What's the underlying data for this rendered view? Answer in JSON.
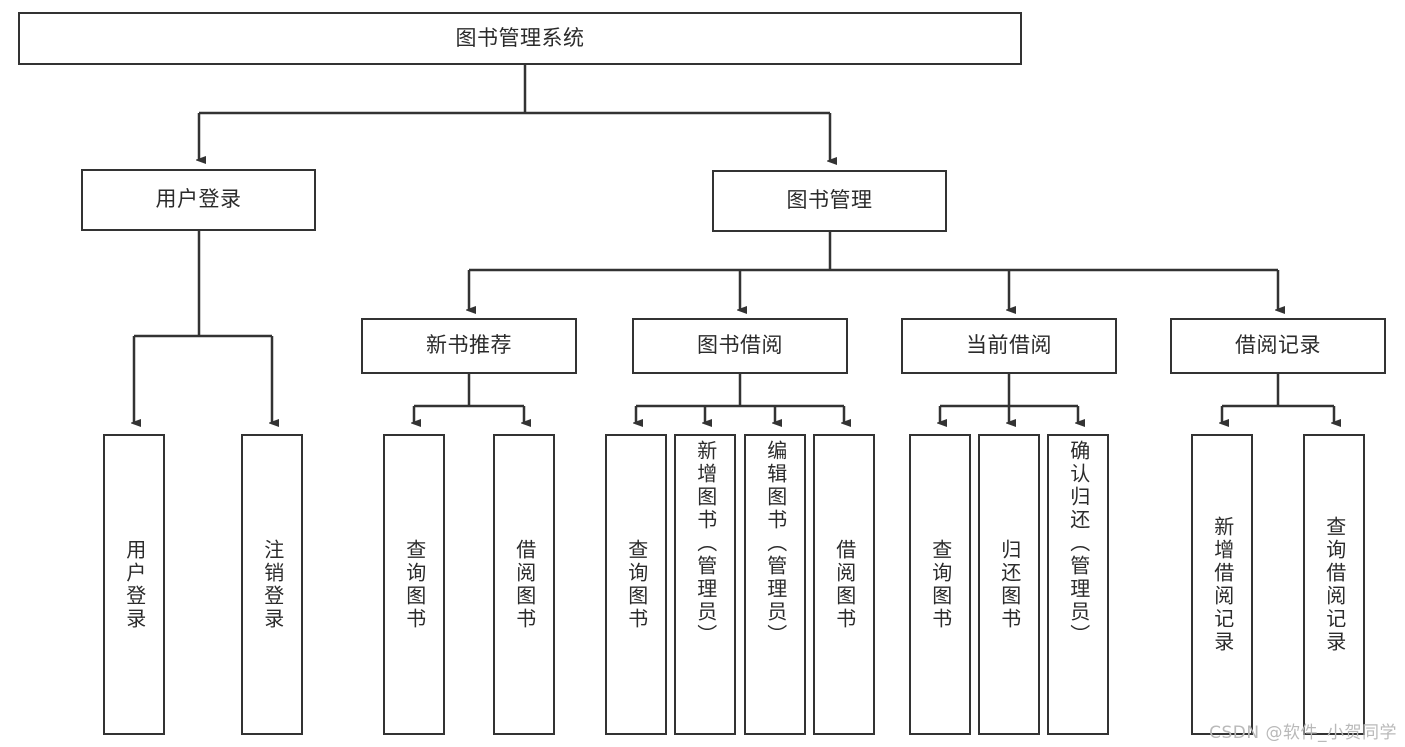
{
  "diagram": {
    "title": "图书管理系统",
    "type": "tree-hierarchy-diagram",
    "root": {
      "id": "root",
      "label": "图书管理系统"
    },
    "level2": [
      {
        "id": "user-login",
        "label": "用户登录"
      },
      {
        "id": "book-manage",
        "label": "图书管理"
      }
    ],
    "level3": [
      {
        "id": "new-book-recommend",
        "label": "新书推荐"
      },
      {
        "id": "book-borrow",
        "label": "图书借阅"
      },
      {
        "id": "current-borrow",
        "label": "当前借阅"
      },
      {
        "id": "borrow-record",
        "label": "借阅记录"
      }
    ],
    "leaves": {
      "user_login": [
        {
          "id": "leaf-user-login",
          "label": "用户登录"
        },
        {
          "id": "leaf-logout-login",
          "label": "注销登录"
        }
      ],
      "new_book_recommend": [
        {
          "id": "leaf-query-book-1",
          "label": "查询图书"
        },
        {
          "id": "leaf-borrow-book-1",
          "label": "借阅图书"
        }
      ],
      "book_borrow": [
        {
          "id": "leaf-query-book-2",
          "label": "查询图书"
        },
        {
          "id": "leaf-add-book",
          "label": "新增图书（管理员）"
        },
        {
          "id": "leaf-edit-book",
          "label": "编辑图书（管理员）"
        },
        {
          "id": "leaf-borrow-book-2",
          "label": "借阅图书"
        }
      ],
      "current_borrow": [
        {
          "id": "leaf-query-book-3",
          "label": "查询图书"
        },
        {
          "id": "leaf-return-book",
          "label": "归还图书"
        },
        {
          "id": "leaf-confirm-return",
          "label": "确认归还（管理员）"
        }
      ],
      "borrow_record": [
        {
          "id": "leaf-add-borrow-record",
          "label": "新增借阅记录"
        },
        {
          "id": "leaf-query-borrow-record",
          "label": "查询借阅记录"
        }
      ]
    },
    "colors": {
      "border": "#333333",
      "text": "#2b2b2b",
      "background": "#ffffff",
      "edge": "#333333",
      "watermark": "#b9b9b9"
    }
  },
  "watermark": {
    "text": "CSDN @软件_小贺同学"
  }
}
